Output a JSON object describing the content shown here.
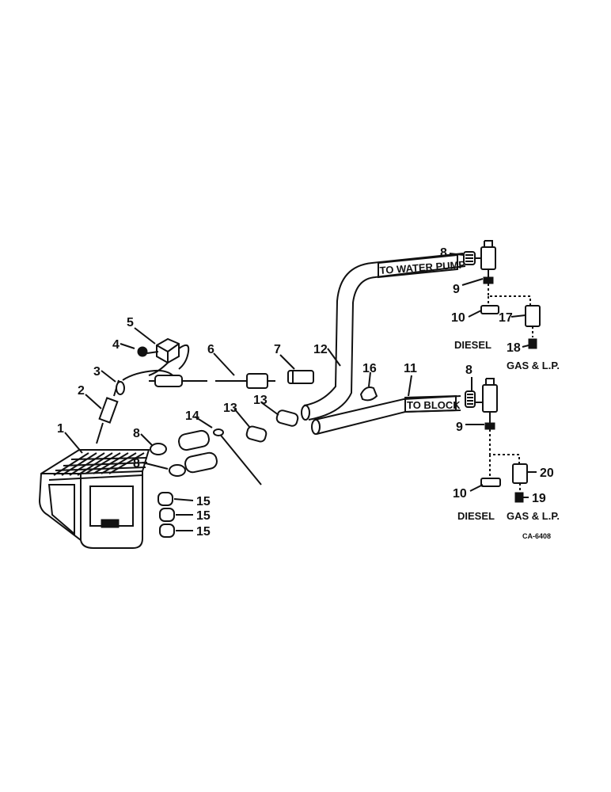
{
  "callouts": {
    "n1": "1",
    "n2": "2",
    "n3": "3",
    "n4": "4",
    "n5": "5",
    "n6": "6",
    "n7": "7",
    "n8a": "8",
    "n8b": "8",
    "n8c": "8",
    "n8d": "8",
    "n9a": "9",
    "n9b": "9",
    "n10a": "10",
    "n10b": "10",
    "n11": "11",
    "n12": "12",
    "n13a": "13",
    "n13b": "13",
    "n14": "14",
    "n15a": "15",
    "n15b": "15",
    "n15c": "15",
    "n16": "16",
    "n17": "17",
    "n18": "18",
    "n19": "19",
    "n20": "20"
  },
  "labels": {
    "to_water_pump": "TO WATER PUMP",
    "to_block": "TO BLOCK",
    "diesel_top": "DIESEL",
    "gas_lp_top": "GAS & L.P.",
    "diesel_bottom": "DIESEL",
    "gas_lp_bottom": "GAS & L.P.",
    "drawing_code": "CA-6408"
  }
}
